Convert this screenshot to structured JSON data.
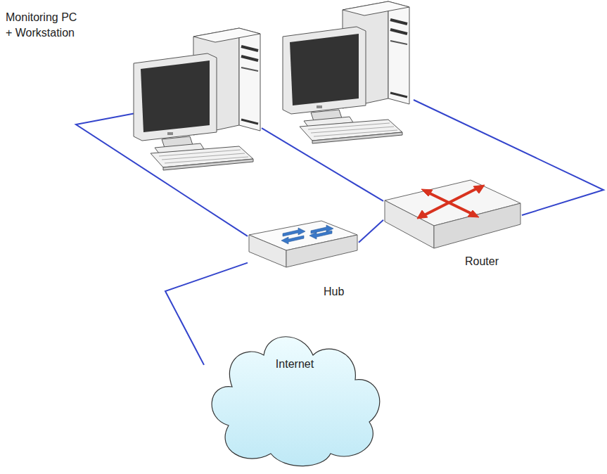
{
  "diagram": {
    "nodes": [
      {
        "text": [
          "Monitoring PC + Workstation"
        ]
      },
      {
        "text": [
          "Hub"
        ]
      },
      {
        "text": [
          "Router"
        ]
      },
      {
        "text": [
          "Internet"
        ]
      }
    ],
    "edges": [
      {
        "from": 0,
        "to": 1,
        "arrow": "none"
      },
      {
        "from": 0,
        "to": 2,
        "arrow": "none"
      },
      {
        "from": 1,
        "to": 2,
        "arrow": "none"
      },
      {
        "from": 1,
        "to": 3,
        "arrow": "none"
      }
    ]
  }
}
